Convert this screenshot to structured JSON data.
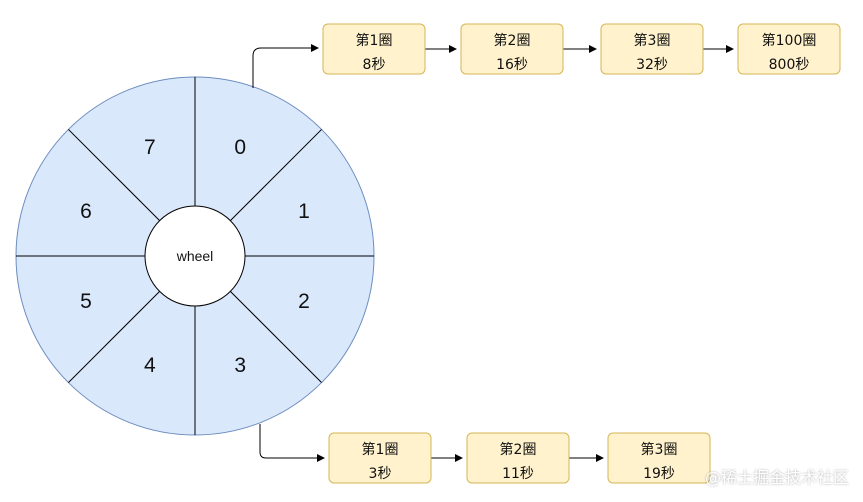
{
  "wheel": {
    "hub_label": "wheel",
    "slots": [
      "0",
      "1",
      "2",
      "3",
      "4",
      "5",
      "6",
      "7"
    ],
    "fill_color": "#dae8fc",
    "stroke_color": "#6c8ebf"
  },
  "chains": [
    {
      "id": "slot-0-chain",
      "nodes": [
        {
          "line1": "第1圈",
          "line2": "8秒"
        },
        {
          "line1": "第2圈",
          "line2": "16秒"
        },
        {
          "line1": "第3圈",
          "line2": "32秒"
        },
        {
          "line1": "第100圈",
          "line2": "800秒"
        }
      ]
    },
    {
      "id": "slot-3-chain",
      "nodes": [
        {
          "line1": "第1圈",
          "line2": "3秒"
        },
        {
          "line1": "第2圈",
          "line2": "11秒"
        },
        {
          "line1": "第3圈",
          "line2": "19秒"
        }
      ]
    }
  ],
  "node_colors": {
    "fill": "#fff2cc",
    "stroke": "#d6b656"
  },
  "watermark": "@稀土掘金技术社区"
}
